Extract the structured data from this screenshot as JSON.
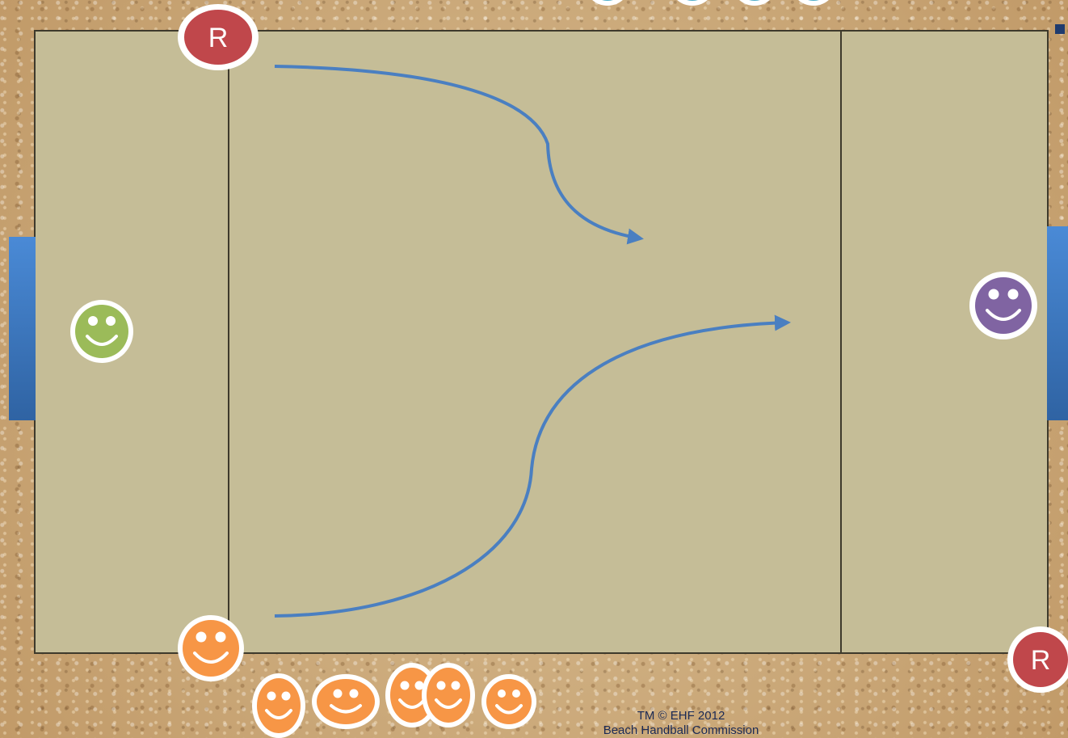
{
  "colors": {
    "court": "#c5bd97",
    "court_line": "#3e3a2c",
    "goal": "#3f7fc8",
    "arrow": "#4a7fc1",
    "referee": "#c0474b",
    "goalkeeper_left": "#9bbb59",
    "goalkeeper_right": "#8064a2",
    "team_orange": "#f79646",
    "team_teal": "#4bacc6"
  },
  "referees": [
    {
      "id": "top",
      "label": "R"
    },
    {
      "id": "bottom",
      "label": "R"
    }
  ],
  "credit": {
    "line1": "TM © EHF 2012",
    "line2": "Beach Handball Commission"
  }
}
